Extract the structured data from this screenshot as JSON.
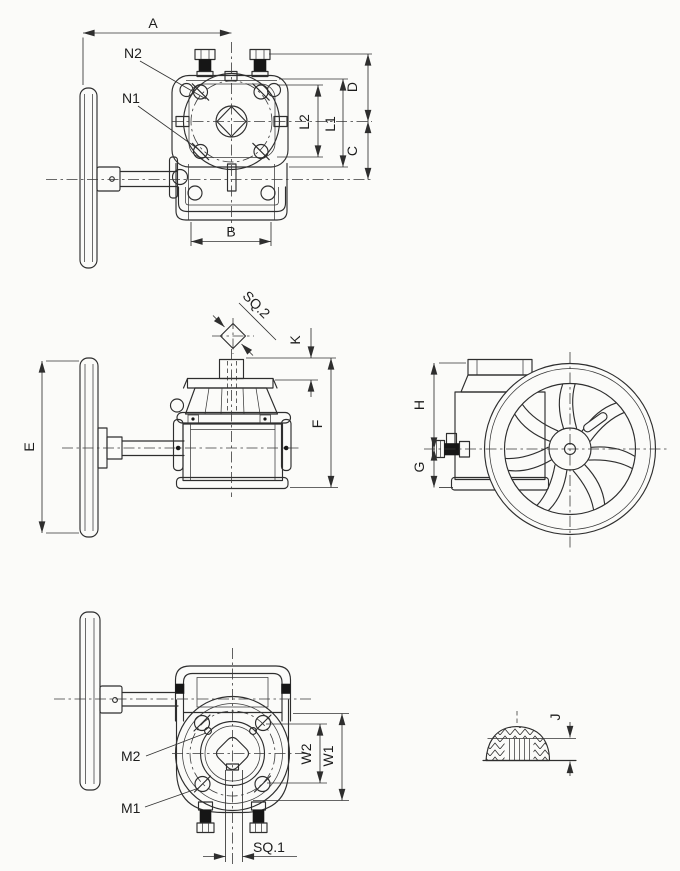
{
  "colors": {
    "background": "#fbfbf9",
    "line": "#2e2e2e",
    "dark_fill": "#161616"
  },
  "views": {
    "front_top": {
      "dims": {
        "A": "A",
        "B": "B",
        "C": "C",
        "D": "D",
        "L1": "L1",
        "L2": "L2"
      },
      "callouts": {
        "N1": "N1",
        "N2": "N2"
      }
    },
    "side_middle": {
      "dims": {
        "E": "E",
        "F": "F",
        "K": "K",
        "SQ2": "SQ.2"
      }
    },
    "rear_middle": {
      "dims": {
        "H": "H",
        "G": "G"
      }
    },
    "bottom": {
      "dims": {
        "W1": "W1",
        "W2": "W2",
        "SQ1": "SQ.1"
      },
      "callouts": {
        "M1": "M1",
        "M2": "M2"
      }
    },
    "cap_detail": {
      "dims": {
        "J": "J"
      }
    }
  }
}
